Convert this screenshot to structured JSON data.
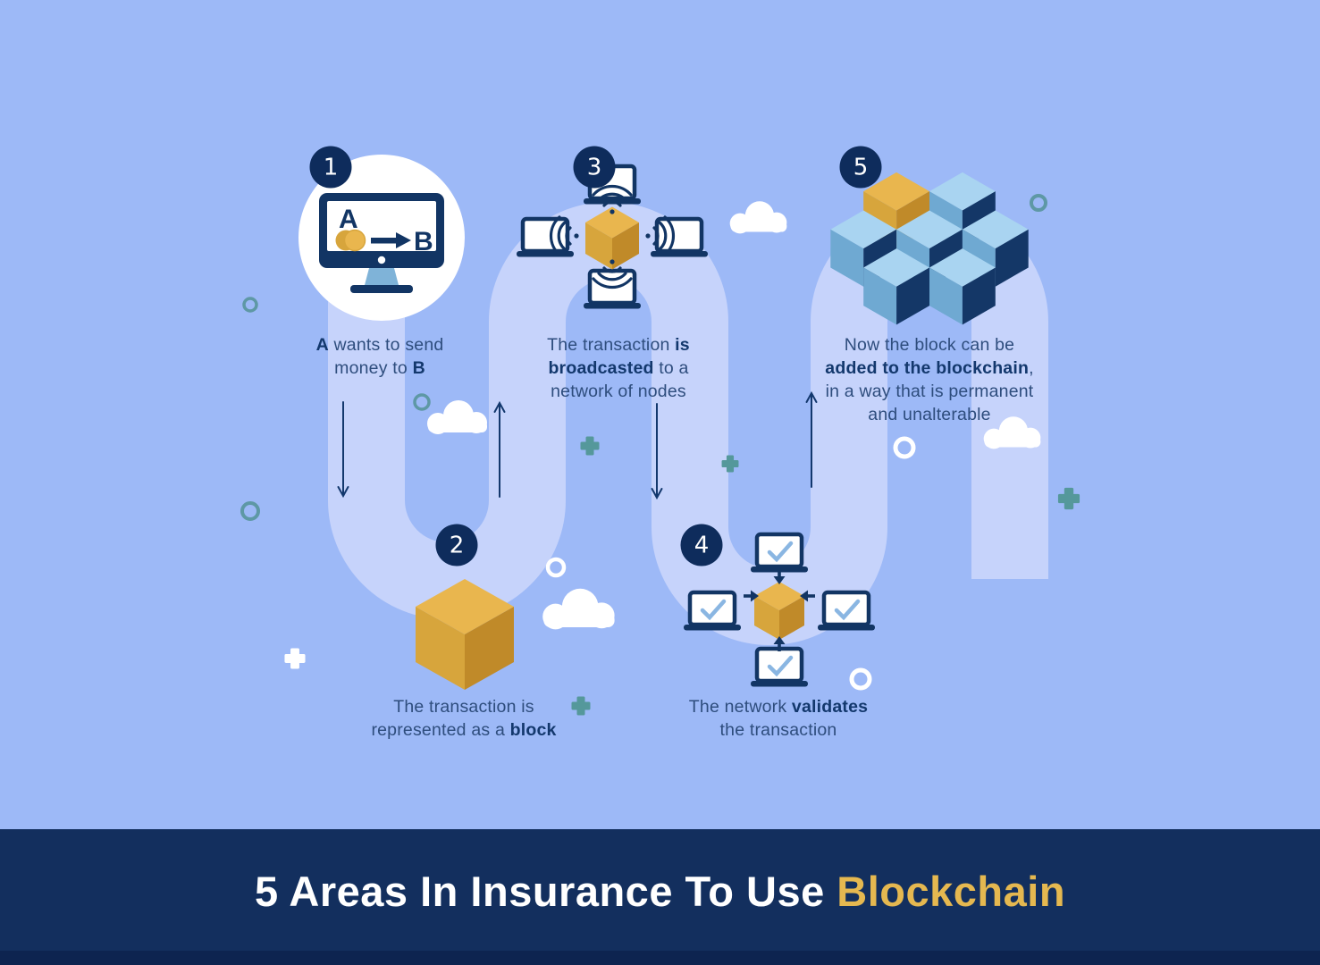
{
  "title": {
    "prefix": "5 Areas In Insurance To Use ",
    "highlight": "Blockchain"
  },
  "steps": [
    {
      "number": "1",
      "lines": [
        [
          {
            "t": "A",
            "b": true
          },
          {
            "t": " wants to send",
            "b": false
          }
        ],
        [
          {
            "t": "money to ",
            "b": false
          },
          {
            "t": "B",
            "b": true
          }
        ]
      ]
    },
    {
      "number": "2",
      "lines": [
        [
          {
            "t": "The transaction is",
            "b": false
          }
        ],
        [
          {
            "t": "represented as a ",
            "b": false
          },
          {
            "t": "block",
            "b": true
          }
        ]
      ]
    },
    {
      "number": "3",
      "lines": [
        [
          {
            "t": "The transaction ",
            "b": false
          },
          {
            "t": "is",
            "b": true
          }
        ],
        [
          {
            "t": "broadcasted",
            "b": true
          },
          {
            "t": " to a",
            "b": false
          }
        ],
        [
          {
            "t": "network of nodes",
            "b": false
          }
        ]
      ]
    },
    {
      "number": "4",
      "lines": [
        [
          {
            "t": "The network ",
            "b": false
          },
          {
            "t": "validates",
            "b": true
          }
        ],
        [
          {
            "t": "the transaction",
            "b": false
          }
        ]
      ]
    },
    {
      "number": "5",
      "lines": [
        [
          {
            "t": "Now the block can be",
            "b": false
          }
        ],
        [
          {
            "t": "added to the blockchain",
            "b": true
          },
          {
            "t": ",",
            "b": false
          }
        ],
        [
          {
            "t": "in a way that is permanent",
            "b": false
          }
        ],
        [
          {
            "t": "and unalterable",
            "b": false
          }
        ]
      ]
    }
  ],
  "monitor": {
    "sender": "A",
    "receiver": "B"
  },
  "icons": {
    "step1": "monitor-transfer-icon",
    "step2": "block-cube-icon",
    "step3": "broadcast-network-icon",
    "step4": "validation-network-icon",
    "step5": "blockchain-stack-icon"
  },
  "colors": {
    "bg": "#9db9f7",
    "path": "#c6d3fb",
    "navy": "#123564",
    "badge": "#0e2c5c",
    "text": "#2e4d7d",
    "textBold": "#13386d",
    "banner": "#132f5e",
    "bannerEdge": "#0d2450",
    "gold": "#e5b850",
    "goldTop": "#e9b64e",
    "goldLeft": "#d7a53c",
    "goldRight": "#c08a29",
    "blueTop": "#a9d4f1",
    "blueLeft": "#6fa9d2",
    "blueRight": "#143767",
    "stand": "#7fb3d8",
    "check": "#8ab6e2",
    "teal": "#5e98a5",
    "tealPlus": "#55989b",
    "white": "#ffffff"
  }
}
